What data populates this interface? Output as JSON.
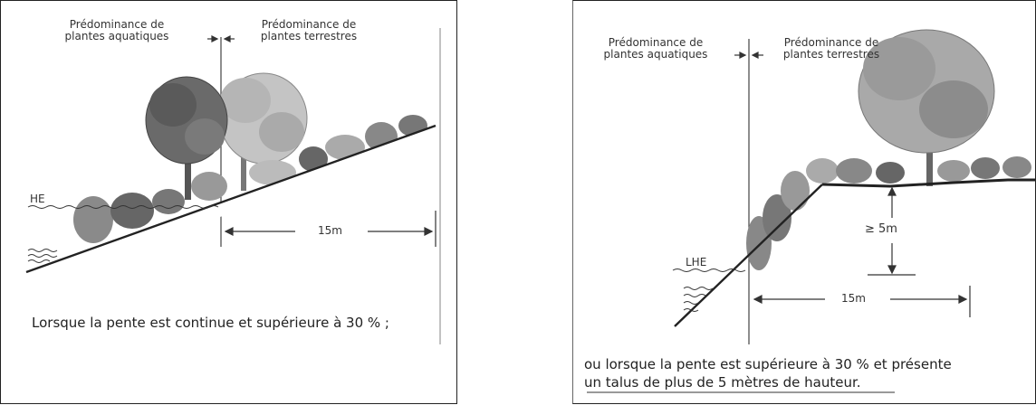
{
  "left": {
    "aquatic_label": [
      "Prédominance de",
      "plantes aquatiques"
    ],
    "terrestrial_label": [
      "Prédominance de",
      "plantes terrestres"
    ],
    "water_label": "HE",
    "distance_label": "15m",
    "caption": "Lorsque la pente est continue et supérieure à 30 % ;"
  },
  "right": {
    "aquatic_label": [
      "Prédominance de",
      "plantes aquatiques"
    ],
    "terrestrial_label": [
      "Prédominance de",
      "plantes terrestres"
    ],
    "water_label": "LHE",
    "height_label": "≥ 5m",
    "distance_label": "15m",
    "caption": [
      "ou lorsque la pente est supérieure à 30 % et présente",
      "un talus de plus de 5 mètres de hauteur."
    ]
  }
}
